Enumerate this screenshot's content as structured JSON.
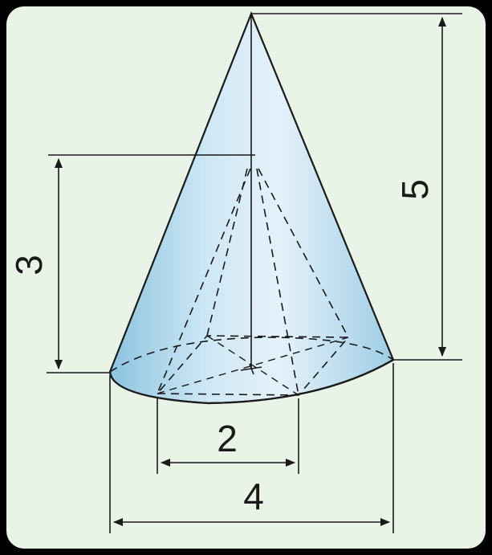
{
  "figure": {
    "background_color": "#e9f3e6",
    "border_color": "#000000",
    "cone_fill_light": "#e8f4fb",
    "cone_fill_dark": "#a9d4ea",
    "line_color": "#1a1a1a"
  },
  "labels": {
    "outer_height": "5",
    "inner_height": "3",
    "inner_width": "2",
    "outer_width": "4"
  }
}
